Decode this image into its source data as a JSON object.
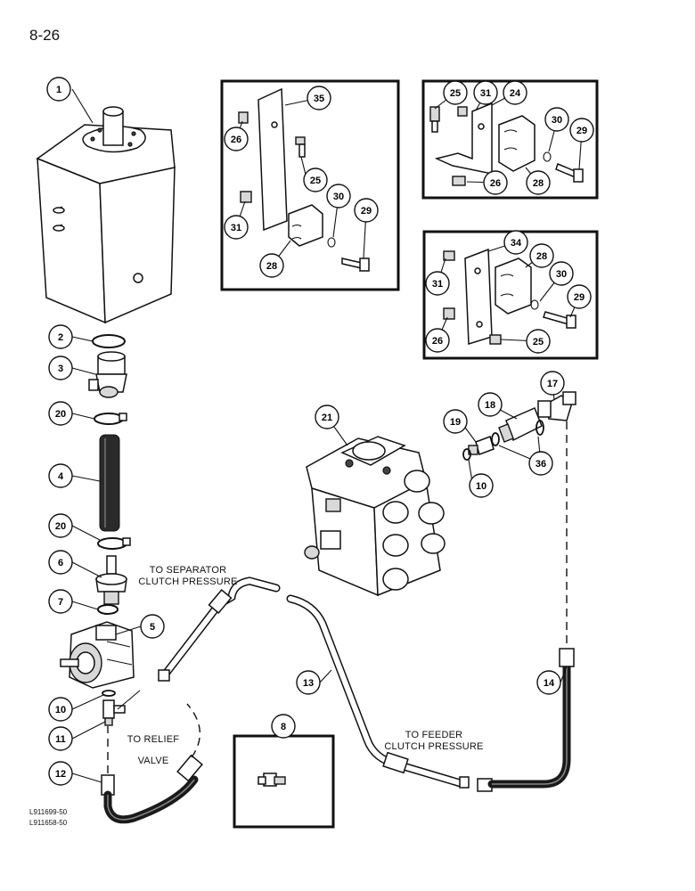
{
  "page": {
    "number": "8-26"
  },
  "notes": {
    "separator": [
      "TO SEPARATOR",
      "CLUTCH PRESSURE"
    ],
    "relief": [
      "TO RELIEF",
      "VALVE"
    ],
    "feeder": [
      "TO FEEDER",
      "CLUTCH PRESSURE"
    ]
  },
  "refs": [
    "L911699-50",
    "L911658-50"
  ],
  "callouts": {
    "c1": "1",
    "c2": "2",
    "c3": "3",
    "c20a": "20",
    "c4": "4",
    "c20b": "20",
    "c6": "6",
    "c7": "7",
    "c5": "5",
    "c10a": "10",
    "c11": "11",
    "c12": "12",
    "c8": "8",
    "c13": "13",
    "c14": "14",
    "c21": "21",
    "c17": "17",
    "c18": "18",
    "c19": "19",
    "c36": "36",
    "c10b": "10",
    "b1_35": "35",
    "b1_26": "26",
    "b1_25": "25",
    "b1_31": "31",
    "b1_30": "30",
    "b1_29": "29",
    "b1_28": "28",
    "b2_25": "25",
    "b2_31": "31",
    "b2_24": "24",
    "b2_30": "30",
    "b2_29": "29",
    "b2_26": "26",
    "b2_28": "28",
    "b3_34": "34",
    "b3_28": "28",
    "b3_31": "31",
    "b3_30": "30",
    "b3_29": "29",
    "b3_26": "26",
    "b3_25": "25"
  }
}
